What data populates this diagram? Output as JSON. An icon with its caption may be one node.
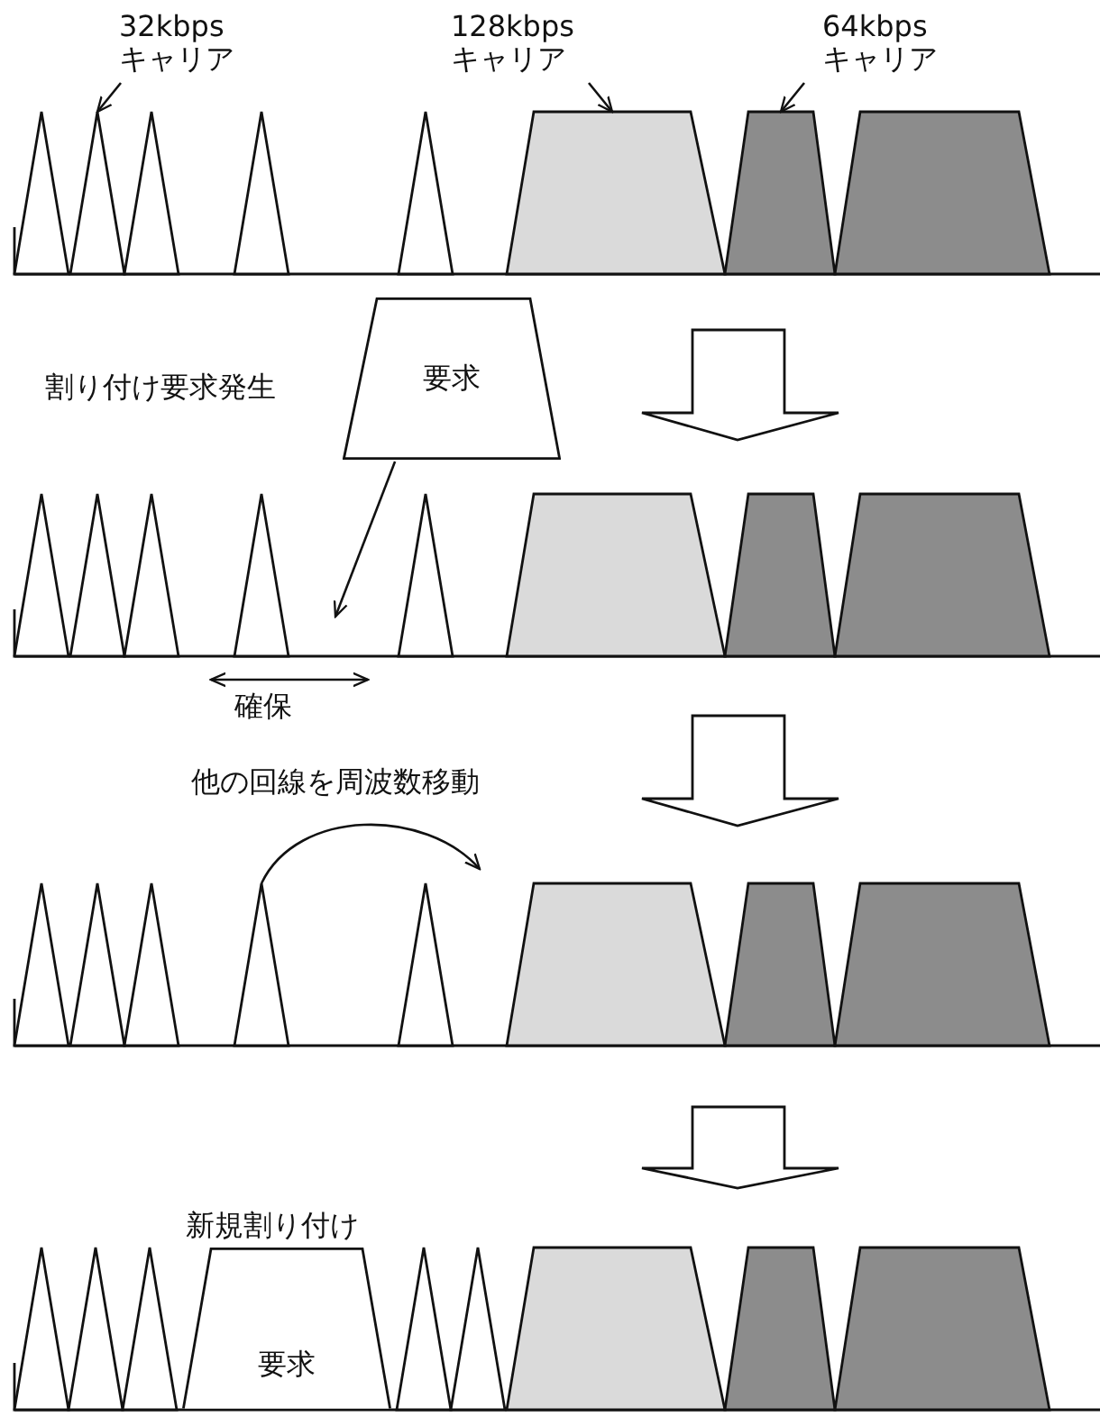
{
  "diagram": {
    "nodes": [
      {
        "text": [
          "32kbps キャリア"
        ]
      },
      {
        "text": [
          "128kbps キャリア"
        ]
      },
      {
        "text": [
          "64kbps キャリア"
        ]
      },
      {
        "text": [],
        "shape": "triangle"
      },
      {
        "text": [],
        "shape": "triangle"
      },
      {
        "text": [],
        "shape": "triangle"
      },
      {
        "text": [],
        "shape": "triangle"
      },
      {
        "text": [],
        "shape": "triangle"
      },
      {
        "text": [],
        "shape": "trapezoid"
      },
      {
        "text": [],
        "shape": "trapezoid"
      },
      {
        "text": [],
        "shape": "trapezoid"
      },
      {
        "text": [
          "要求"
        ]
      },
      {
        "text": [],
        "shape": "triangle"
      },
      {
        "text": [],
        "shape": "triangle"
      },
      {
        "text": [],
        "shape": "triangle"
      },
      {
        "text": [],
        "shape": "triangle"
      },
      {
        "text": [],
        "shape": "triangle"
      },
      {
        "text": [],
        "shape": "trapezoid"
      },
      {
        "text": [],
        "shape": "trapezoid"
      },
      {
        "text": [],
        "shape": "trapezoid"
      },
      {
        "text": [],
        "shape": "triangle"
      },
      {
        "text": [],
        "shape": "triangle"
      },
      {
        "text": [],
        "shape": "triangle"
      },
      {
        "text": [],
        "shape": "triangle"
      },
      {
        "text": [],
        "shape": "triangle"
      },
      {
        "text": [],
        "shape": "trapezoid"
      },
      {
        "text": [],
        "shape": "trapezoid"
      },
      {
        "text": [],
        "shape": "trapezoid"
      },
      {
        "text": [],
        "shape": "triangle"
      },
      {
        "text": [],
        "shape": "triangle"
      },
      {
        "text": [],
        "shape": "triangle"
      },
      {
        "text": [
          "要求"
        ],
        "beside": [
          "新規割り付け"
        ]
      },
      {
        "text": [],
        "shape": "triangle"
      },
      {
        "text": [],
        "shape": "triangle"
      },
      {
        "text": [],
        "shape": "trapezoid"
      },
      {
        "text": [],
        "shape": "trapezoid"
      },
      {
        "text": [],
        "shape": "trapezoid"
      }
    ],
    "edges": [
      {
        "from": 0,
        "to": 4,
        "arrow": "to"
      },
      {
        "from": 1,
        "to": 8,
        "arrow": "to"
      },
      {
        "from": 2,
        "to": 9,
        "arrow": "to"
      },
      {
        "from": 11,
        "to": null,
        "arrow": "to"
      },
      {
        "from": 23,
        "to": null,
        "arrow": "to"
      }
    ],
    "labels": [
      "割り付け要求発生",
      "確保",
      "他の回線を周波数移動"
    ]
  }
}
